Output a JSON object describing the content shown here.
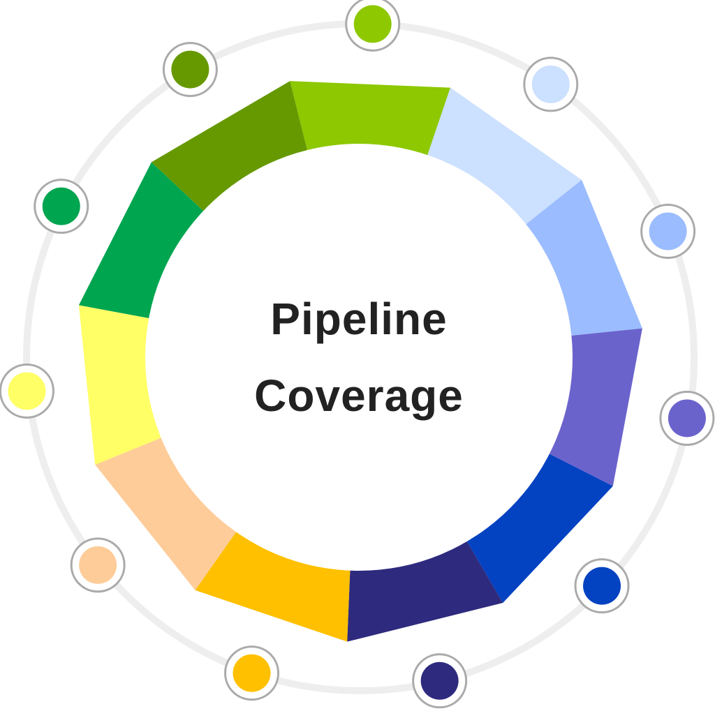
{
  "title": {
    "line1": "Pipeline",
    "line2": "Coverage"
  },
  "diagram": {
    "type": "segmented-ring",
    "segments": [
      {
        "color": "#8dc800"
      },
      {
        "color": "#cce0ff"
      },
      {
        "color": "#9bbcff"
      },
      {
        "color": "#6b63cc"
      },
      {
        "color": "#0342c1"
      },
      {
        "color": "#2e2a7e"
      },
      {
        "color": "#ffc000"
      },
      {
        "color": "#fecc99"
      },
      {
        "color": "#ffff66"
      },
      {
        "color": "#00a550"
      },
      {
        "color": "#669900"
      }
    ],
    "orbit_color": "#eeeeee",
    "marker_border_color": "#aaaaaa"
  }
}
